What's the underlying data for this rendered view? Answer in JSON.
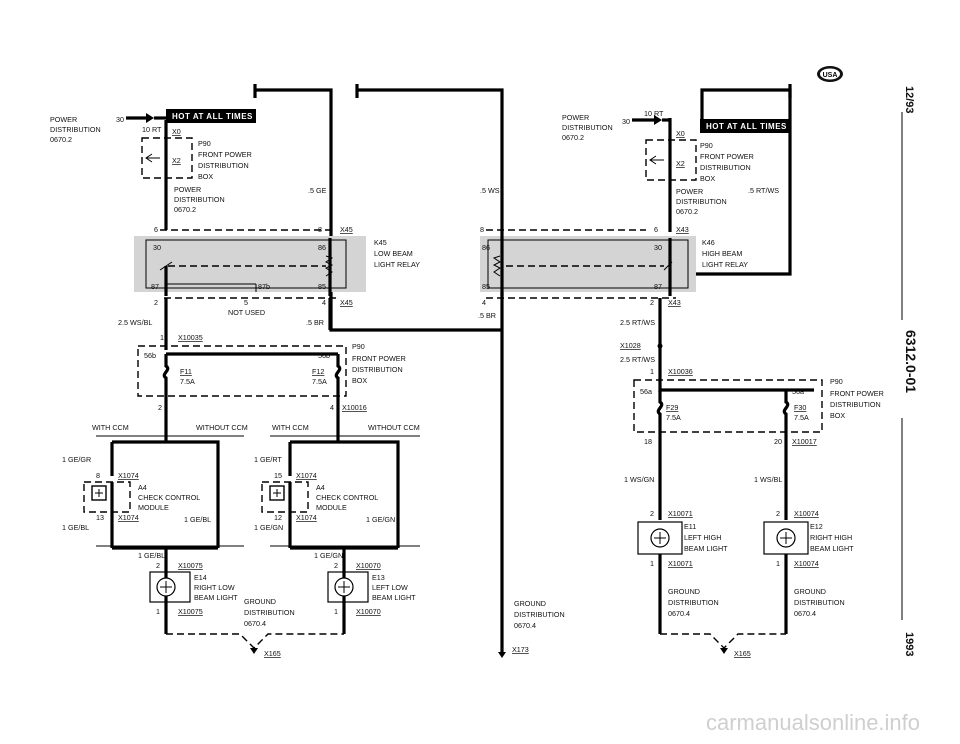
{
  "side": {
    "date": "12/93",
    "doc": "6312.0-01",
    "year": "1993"
  },
  "badge": "USA",
  "watermark": "carmanualsonline.info",
  "left": {
    "power_dist": [
      "POWER",
      "DISTRIBUTION",
      "0670.2"
    ],
    "pin30": "30",
    "fuse_amp": "10 RT",
    "hot_banner": "HOT AT ALL TIMES",
    "x0": "X0",
    "x2": "X2",
    "p90_box": [
      "P90",
      "FRONT POWER",
      "DISTRIBUTION",
      "BOX"
    ],
    "power_dist2": [
      "POWER",
      "DISTRIBUTION",
      "0670.2"
    ],
    "wire_5ge": ".5 GE",
    "pin6": "6",
    "pin8": "8",
    "x45a": "X45",
    "relay_name": [
      "K45",
      "LOW BEAM",
      "LIGHT RELAY"
    ],
    "r30": "30",
    "r86": "86",
    "r87": "87",
    "r87b": "87b",
    "r85": "85",
    "pin2": "2",
    "pin5": "5",
    "pin4": "4",
    "x45b": "X45",
    "not_used": "NOT USED",
    "wire_25wsbl": "2.5 WS/BL",
    "wire_5br": ".5 BR",
    "pin1": "1",
    "x10035": "X10035",
    "p90b": [
      "P90",
      "FRONT POWER",
      "DISTRIBUTION",
      "BOX"
    ],
    "f56b_left": "56b",
    "f56b_right": "56b",
    "f11": "F11",
    "f11amp": "7.5A",
    "f12": "F12",
    "f12amp": "7.5A",
    "pin2b": "2",
    "pin4b": "4",
    "x10016": "X10016",
    "with_ccm": "WITH CCM",
    "without_ccm": "WITHOUT CCM",
    "with_ccm2": "WITH CCM",
    "without_ccm2": "WITHOUT CCM",
    "w1gegr": "1 GE/GR",
    "w1gert": "1 GE/RT",
    "p8": "8",
    "x1074a": "X1074",
    "p15": "15",
    "x1074b": "X1074",
    "a4a": [
      "A4",
      "CHECK CONTROL",
      "MODULE"
    ],
    "a4b": [
      "A4",
      "CHECK CONTROL",
      "MODULE"
    ],
    "p13": "13",
    "x1074c": "X1074",
    "w1gebl_a": "1 GE/BL",
    "w1gebl_b": "1 GE/BL",
    "p12": "12",
    "x1074d": "X1074",
    "w1gegn_a": "1 GE/GN",
    "w1gegn_b": "1 GE/GN",
    "w1gebl_c": "1 GE/BL",
    "w1gegn_c": "1 GE/GN",
    "p2a": "2",
    "x10075a": "X10075",
    "p2b": "2",
    "x10070a": "X10070",
    "e14": [
      "E14",
      "RIGHT LOW",
      "BEAM LIGHT"
    ],
    "e13": [
      "E13",
      "LEFT LOW",
      "BEAM LIGHT"
    ],
    "p1a": "1",
    "x10075b": "X10075",
    "p1b": "1",
    "x10070b": "X10070",
    "ground_dist": [
      "GROUND",
      "DISTRIBUTION",
      "0670.4"
    ],
    "x165": "X165"
  },
  "middle": {
    "wire_5ws": ".5 WS",
    "pin8": "8",
    "r86": "86",
    "r85": "85",
    "pin4": "4",
    "wire_5br": ".5 BR",
    "ground_dist": [
      "GROUND",
      "DISTRIBUTION",
      "0670.4"
    ],
    "x173": "X173"
  },
  "right": {
    "power_dist": [
      "POWER",
      "DISTRIBUTION",
      "0670.2"
    ],
    "pin30": "30",
    "fuse_amp": "10 RT",
    "hot_banner": "HOT AT ALL TIMES",
    "x0": "X0",
    "x2": "X2",
    "p90_box": [
      "P90",
      "FRONT POWER",
      "DISTRIBUTION",
      "BOX"
    ],
    "power_dist2": [
      "POWER",
      "DISTRIBUTION",
      "0670.2"
    ],
    "wire_5rtws": ".5 RT/WS",
    "pin6": "6",
    "x43a": "X43",
    "relay_name": [
      "K46",
      "HIGH BEAM",
      "LIGHT RELAY"
    ],
    "r30": "30",
    "r87": "87",
    "pin2": "2",
    "x43b": "X43",
    "wire_25rtws": "2.5 RT/WS",
    "x1028": "X1028",
    "wire_25rtws2": "2.5 RT/WS",
    "pin1": "1",
    "x10036": "X10036",
    "p90b": [
      "P90",
      "FRONT POWER",
      "DISTRIBUTION",
      "BOX"
    ],
    "f56a_left": "56a",
    "f56a_right": "56a",
    "f29": "F29",
    "f29amp": "7.5A",
    "f30": "F30",
    "f30amp": "7.5A",
    "pin18": "18",
    "pin20": "20",
    "x10017": "X10017",
    "w1wsgn": "1 WS/GN",
    "w1wsbl": "1 WS/BL",
    "p2a": "2",
    "x10071a": "X10071",
    "p2b": "2",
    "x10074a": "X10074",
    "e11": [
      "E11",
      "LEFT HIGH",
      "BEAM LIGHT"
    ],
    "e12": [
      "E12",
      "RIGHT HIGH",
      "BEAM LIGHT"
    ],
    "p1a": "1",
    "x10071b": "X10071",
    "p1b": "1",
    "x10074b": "X10074",
    "ground_a": [
      "GROUND",
      "DISTRIBUTION",
      "0670.4"
    ],
    "ground_b": [
      "GROUND",
      "DISTRIBUTION",
      "0670.4"
    ],
    "x165": "X165"
  }
}
